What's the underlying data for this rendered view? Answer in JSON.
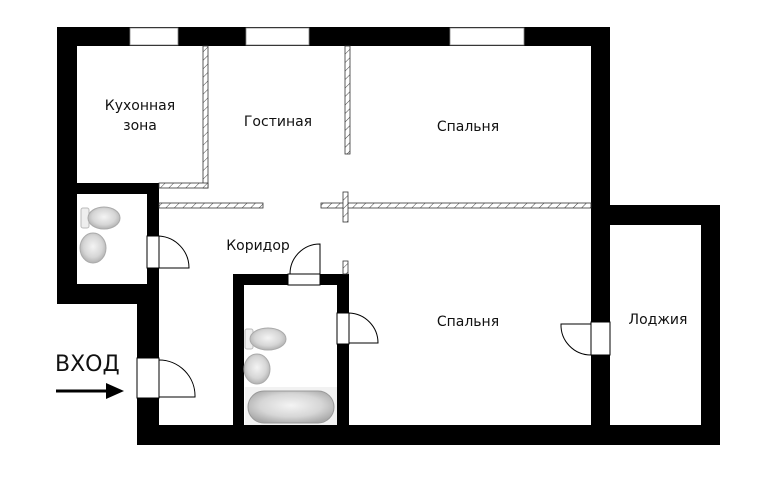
{
  "plan": {
    "title": "",
    "colors": {
      "wall": "#000000",
      "partition_hatch": "#555555",
      "window": "#ffffff",
      "background": "#ffffff",
      "fixture_gray": "#cfcfcf"
    },
    "rooms": [
      {
        "id": "kitchen",
        "label_line1": "Кухонная",
        "label_line2": "зона"
      },
      {
        "id": "living",
        "label": "Гостиная"
      },
      {
        "id": "bedroom1",
        "label": "Спальня"
      },
      {
        "id": "corridor",
        "label": "Коридор"
      },
      {
        "id": "bedroom2",
        "label": "Спальня"
      },
      {
        "id": "loggia",
        "label": "Лоджия"
      }
    ],
    "entry": {
      "label": "ВХОД",
      "arrow": "right-arrow"
    },
    "fixtures": [
      "toilet",
      "sink",
      "toilet",
      "sink",
      "bathtub"
    ]
  }
}
